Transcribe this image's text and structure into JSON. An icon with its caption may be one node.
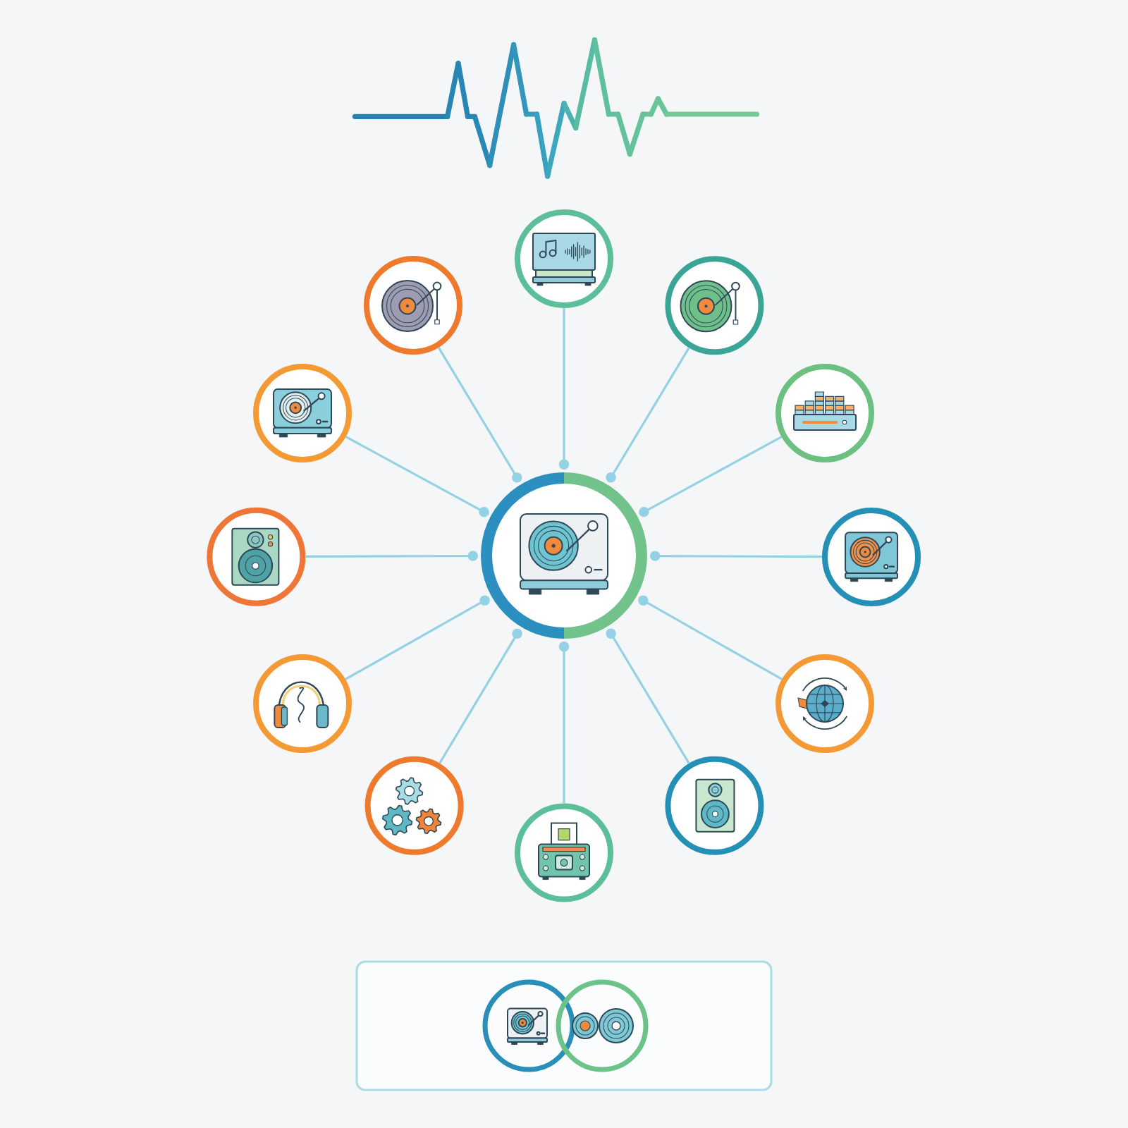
{
  "diagram": {
    "nodes": [
      {
        "text": [],
        "shape": "circle"
      },
      {
        "text": [],
        "shape": "circle"
      },
      {
        "text": [],
        "shape": "circle"
      },
      {
        "text": [],
        "shape": "circle"
      },
      {
        "text": [],
        "shape": "circle"
      },
      {
        "text": [],
        "shape": "circle"
      },
      {
        "text": [],
        "shape": "circle"
      },
      {
        "text": [],
        "shape": "circle"
      },
      {
        "text": [],
        "shape": "circle"
      },
      {
        "text": [],
        "shape": "circle"
      },
      {
        "text": [],
        "shape": "circle"
      },
      {
        "text": [],
        "shape": "circle"
      },
      {
        "text": [],
        "shape": "circle"
      },
      {
        "text": [],
        "shape": "box"
      },
      {
        "text": [],
        "shape": "circle",
        "in": 13
      },
      {
        "text": [],
        "shape": "circle",
        "in": 13
      }
    ],
    "edges": [
      {
        "from": 0,
        "to": 1,
        "arrow": "other"
      },
      {
        "from": 0,
        "to": 2,
        "arrow": "other"
      },
      {
        "from": 0,
        "to": 3,
        "arrow": "other"
      },
      {
        "from": 0,
        "to": 4,
        "arrow": "other"
      },
      {
        "from": 0,
        "to": 5,
        "arrow": "other"
      },
      {
        "from": 0,
        "to": 6,
        "arrow": "other"
      },
      {
        "from": 0,
        "to": 7,
        "arrow": "other"
      },
      {
        "from": 0,
        "to": 8,
        "arrow": "other"
      },
      {
        "from": 0,
        "to": 9,
        "arrow": "other"
      },
      {
        "from": 0,
        "to": 10,
        "arrow": "other"
      },
      {
        "from": 0,
        "to": 11,
        "arrow": "other"
      },
      {
        "from": 0,
        "to": 12,
        "arrow": "other"
      }
    ]
  }
}
